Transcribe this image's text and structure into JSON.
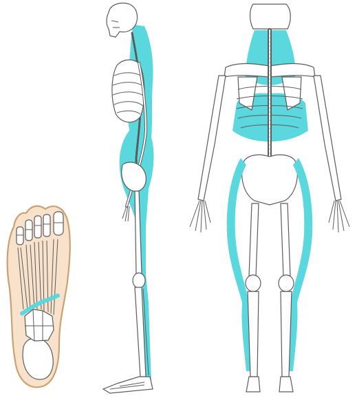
{
  "colors": {
    "highlight": "#5ad8de",
    "bone_outline": "#5a5a5a",
    "bone_fill": "#ffffff",
    "foot_skin": "#f8e2cc",
    "foot_outline": "#c9a272",
    "background": "#ffffff"
  },
  "figures": [
    {
      "id": "foot",
      "view": "plantar"
    },
    {
      "id": "side-skeleton",
      "view": "lateral"
    },
    {
      "id": "back-skeleton",
      "view": "posterior"
    }
  ]
}
